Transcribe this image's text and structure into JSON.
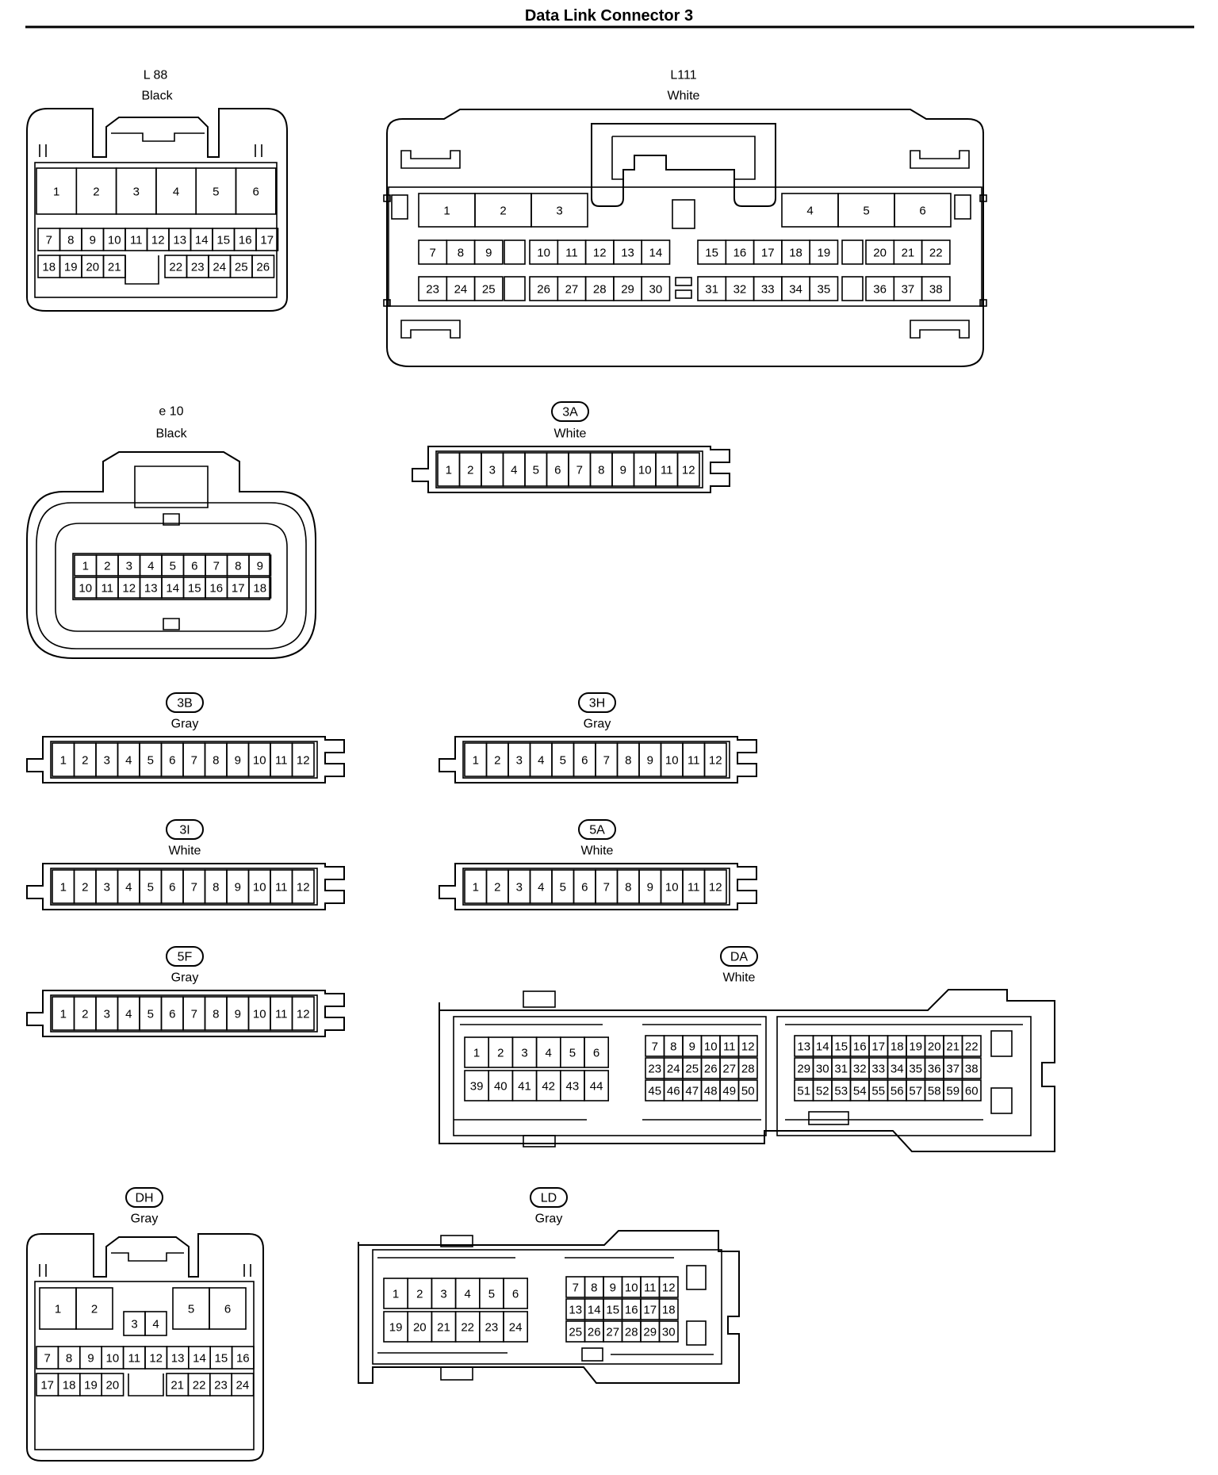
{
  "title": "Data Link Connector 3",
  "connectors": [
    {
      "id": "L 88",
      "boxed": false,
      "color": "Black",
      "pins": {
        "big": [
          "1",
          "2",
          "3",
          "4",
          "5",
          "6"
        ],
        "row1": [
          "7",
          "8",
          "9",
          "10",
          "11",
          "12",
          "13",
          "14",
          "15",
          "16",
          "17"
        ],
        "row2L": [
          "18",
          "19",
          "20",
          "21"
        ],
        "row2R": [
          "22",
          "23",
          "24",
          "25",
          "26"
        ]
      }
    },
    {
      "id": "L111",
      "boxed": false,
      "color": "White",
      "pins": {
        "bigL": [
          "1",
          "2",
          "3"
        ],
        "bigR": [
          "4",
          "5",
          "6"
        ],
        "r1a": [
          "7",
          "8",
          "9"
        ],
        "r1b": [
          "10",
          "11",
          "12",
          "13",
          "14"
        ],
        "r1c": [
          "15",
          "16",
          "17",
          "18",
          "19"
        ],
        "r1d": [
          "20",
          "21",
          "22"
        ],
        "r2a": [
          "23",
          "24",
          "25"
        ],
        "r2b": [
          "26",
          "27",
          "28",
          "29",
          "30"
        ],
        "r2c": [
          "31",
          "32",
          "33",
          "34",
          "35"
        ],
        "r2d": [
          "36",
          "37",
          "38"
        ]
      }
    },
    {
      "id": "e 10",
      "boxed": false,
      "color": "Black",
      "pins": {
        "row1": [
          "1",
          "2",
          "3",
          "4",
          "5",
          "6",
          "7",
          "8",
          "9"
        ],
        "row2": [
          "10",
          "11",
          "12",
          "13",
          "14",
          "15",
          "16",
          "17",
          "18"
        ]
      }
    },
    {
      "id": "3A",
      "boxed": true,
      "color": "White",
      "pins": [
        "1",
        "2",
        "3",
        "4",
        "5",
        "6",
        "7",
        "8",
        "9",
        "10",
        "11",
        "12"
      ]
    },
    {
      "id": "3B",
      "boxed": true,
      "color": "Gray",
      "pins": [
        "1",
        "2",
        "3",
        "4",
        "5",
        "6",
        "7",
        "8",
        "9",
        "10",
        "11",
        "12"
      ]
    },
    {
      "id": "3H",
      "boxed": true,
      "color": "Gray",
      "pins": [
        "1",
        "2",
        "3",
        "4",
        "5",
        "6",
        "7",
        "8",
        "9",
        "10",
        "11",
        "12"
      ]
    },
    {
      "id": "3I",
      "boxed": true,
      "color": "White",
      "pins": [
        "1",
        "2",
        "3",
        "4",
        "5",
        "6",
        "7",
        "8",
        "9",
        "10",
        "11",
        "12"
      ]
    },
    {
      "id": "5A",
      "boxed": true,
      "color": "White",
      "pins": [
        "1",
        "2",
        "3",
        "4",
        "5",
        "6",
        "7",
        "8",
        "9",
        "10",
        "11",
        "12"
      ]
    },
    {
      "id": "5F",
      "boxed": true,
      "color": "Gray",
      "pins": [
        "1",
        "2",
        "3",
        "4",
        "5",
        "6",
        "7",
        "8",
        "9",
        "10",
        "11",
        "12"
      ]
    },
    {
      "id": "DA",
      "boxed": true,
      "color": "White",
      "pins": {
        "b1r1": [
          "1",
          "2",
          "3",
          "4",
          "5",
          "6"
        ],
        "b1r2": [
          "39",
          "40",
          "41",
          "42",
          "43",
          "44"
        ],
        "b2r1": [
          "7",
          "8",
          "9",
          "10",
          "11",
          "12"
        ],
        "b2r2": [
          "23",
          "24",
          "25",
          "26",
          "27",
          "28"
        ],
        "b2r3": [
          "45",
          "46",
          "47",
          "48",
          "49",
          "50"
        ],
        "b3r1": [
          "13",
          "14",
          "15",
          "16",
          "17",
          "18",
          "19",
          "20",
          "21",
          "22"
        ],
        "b3r2": [
          "29",
          "30",
          "31",
          "32",
          "33",
          "34",
          "35",
          "36",
          "37",
          "38"
        ],
        "b3r3": [
          "51",
          "52",
          "53",
          "54",
          "55",
          "56",
          "57",
          "58",
          "59",
          "60"
        ]
      }
    },
    {
      "id": "DH",
      "boxed": true,
      "color": "Gray",
      "pins": {
        "bigL": [
          "1",
          "2"
        ],
        "mid": [
          "3",
          "4"
        ],
        "bigR": [
          "5",
          "6"
        ],
        "row1": [
          "7",
          "8",
          "9",
          "10",
          "11",
          "12",
          "13",
          "14",
          "15",
          "16"
        ],
        "row2L": [
          "17",
          "18",
          "19",
          "20"
        ],
        "row2R": [
          "21",
          "22",
          "23",
          "24"
        ]
      }
    },
    {
      "id": "LD",
      "boxed": true,
      "color": "Gray",
      "pins": {
        "b1r1": [
          "1",
          "2",
          "3",
          "4",
          "5",
          "6"
        ],
        "b1r2": [
          "19",
          "20",
          "21",
          "22",
          "23",
          "24"
        ],
        "b2r1": [
          "7",
          "8",
          "9",
          "10",
          "11",
          "12"
        ],
        "b2r2": [
          "13",
          "14",
          "15",
          "16",
          "17",
          "18"
        ],
        "b2r3": [
          "25",
          "26",
          "27",
          "28",
          "29",
          "30"
        ]
      }
    }
  ]
}
